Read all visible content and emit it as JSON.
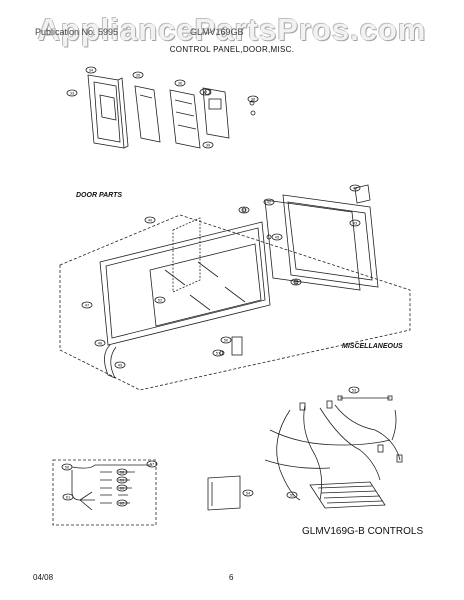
{
  "watermark": "AppliancePartsPros.com",
  "header": {
    "left_text": "Publication No. 5995",
    "right_text": "GLMV169GB",
    "title": "CONTROL PANEL,DOOR,MISC."
  },
  "sections": {
    "door_parts": "DOOR PARTS",
    "miscellaneous": "MISCELLANEOUS",
    "controls": "GLMV169G-B CONTROLS"
  },
  "callouts": {
    "panel": [
      "33",
      "34",
      "35",
      "36",
      "37",
      "38",
      "39"
    ],
    "door": [
      "40",
      "41",
      "42",
      "43",
      "44",
      "45",
      "46",
      "47",
      "48",
      "49",
      "50",
      "51",
      "52"
    ],
    "misc": [
      "53",
      "54",
      "55",
      "56",
      "57",
      "58",
      "59",
      "60",
      "61",
      "62"
    ]
  },
  "footer": {
    "date": "04/08",
    "page": "6"
  }
}
